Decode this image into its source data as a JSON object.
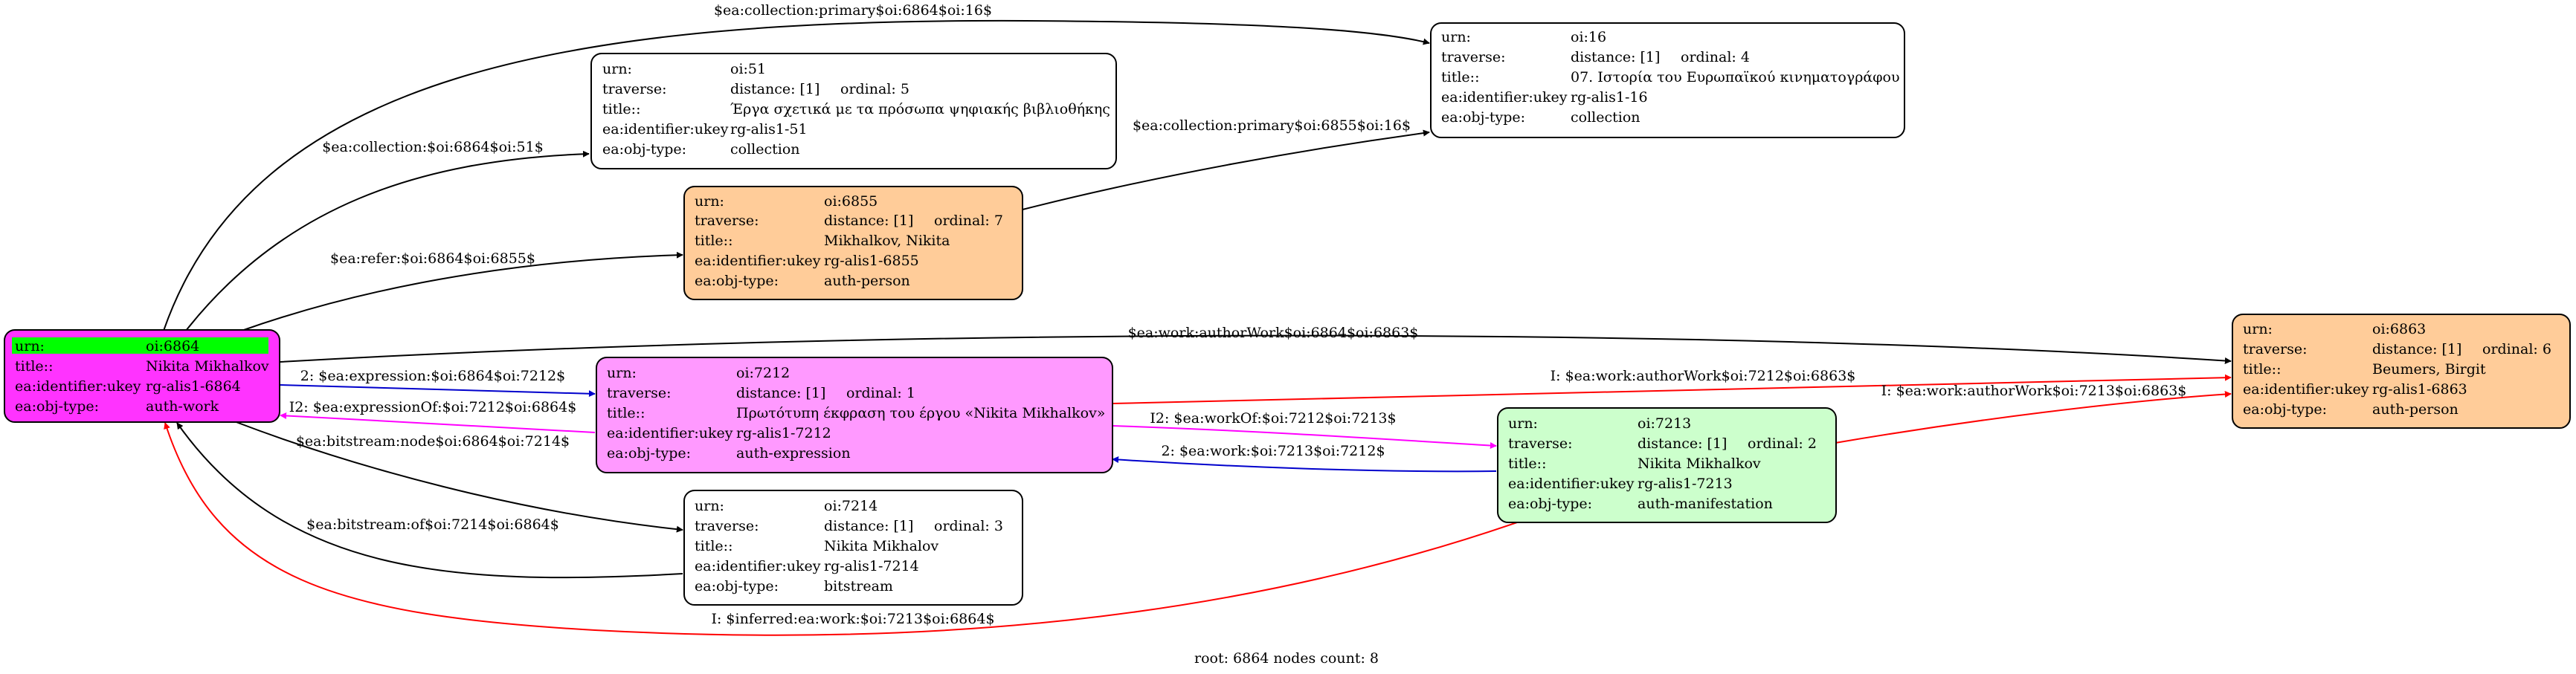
{
  "footer": "root: 6864 nodes count: 8",
  "colors": {
    "root_fill": "#ff33ff",
    "root_highlight": "#00ff00",
    "expression_fill": "#ff99ff",
    "manifestation_fill": "#ccffcc",
    "person_fill": "#ffcc99",
    "plain_fill": "#ffffff",
    "edge_black": "#000000",
    "edge_red": "#ff0000",
    "edge_blue": "#0000cc",
    "edge_magenta": "#ff00ff"
  },
  "nodes": {
    "n6864": {
      "urn": [
        "urn:",
        "oi:6864"
      ],
      "title": [
        "title::",
        "Nikita Mikhalkov"
      ],
      "identifier": [
        "ea:identifier:ukey",
        "rg-alis1-6864"
      ],
      "objtype": [
        "ea:obj-type:",
        "auth-work"
      ]
    },
    "n51": {
      "urn": [
        "urn:",
        "oi:51"
      ],
      "traverse": [
        "traverse:",
        "distance: [1]",
        "ordinal: 5"
      ],
      "title": [
        "title::",
        "Έργα σχετικά με τα πρόσωπα ψηφιακής βιβλιοθήκης"
      ],
      "identifier": [
        "ea:identifier:ukey",
        "rg-alis1-51"
      ],
      "objtype": [
        "ea:obj-type:",
        "collection"
      ]
    },
    "n16": {
      "urn": [
        "urn:",
        "oi:16"
      ],
      "traverse": [
        "traverse:",
        "distance: [1]",
        "ordinal: 4"
      ],
      "title": [
        "title::",
        "07. Ιστορία του Ευρωπαϊκού κινηματογράφου"
      ],
      "identifier": [
        "ea:identifier:ukey",
        "rg-alis1-16"
      ],
      "objtype": [
        "ea:obj-type:",
        "collection"
      ]
    },
    "n6855": {
      "urn": [
        "urn:",
        "oi:6855"
      ],
      "traverse": [
        "traverse:",
        "distance: [1]",
        "ordinal: 7"
      ],
      "title": [
        "title::",
        "Mikhalkov, Nikita"
      ],
      "identifier": [
        "ea:identifier:ukey",
        "rg-alis1-6855"
      ],
      "objtype": [
        "ea:obj-type:",
        "auth-person"
      ]
    },
    "n7212": {
      "urn": [
        "urn:",
        "oi:7212"
      ],
      "traverse": [
        "traverse:",
        "distance: [1]",
        "ordinal: 1"
      ],
      "title": [
        "title::",
        "Πρωτότυπη έκφραση του έργου «Nikita Mikhalkov»"
      ],
      "identifier": [
        "ea:identifier:ukey",
        "rg-alis1-7212"
      ],
      "objtype": [
        "ea:obj-type:",
        "auth-expression"
      ]
    },
    "n7214": {
      "urn": [
        "urn:",
        "oi:7214"
      ],
      "traverse": [
        "traverse:",
        "distance: [1]",
        "ordinal: 3"
      ],
      "title": [
        "title::",
        "Nikita Mikhalov"
      ],
      "identifier": [
        "ea:identifier:ukey",
        "rg-alis1-7214"
      ],
      "objtype": [
        "ea:obj-type:",
        "bitstream"
      ]
    },
    "n7213": {
      "urn": [
        "urn:",
        "oi:7213"
      ],
      "traverse": [
        "traverse:",
        "distance: [1]",
        "ordinal: 2"
      ],
      "title": [
        "title::",
        "Nikita Mikhalkov"
      ],
      "identifier": [
        "ea:identifier:ukey",
        "rg-alis1-7213"
      ],
      "objtype": [
        "ea:obj-type:",
        "auth-manifestation"
      ]
    },
    "n6863": {
      "urn": [
        "urn:",
        "oi:6863"
      ],
      "traverse": [
        "traverse:",
        "distance: [1]",
        "ordinal: 6"
      ],
      "title": [
        "title::",
        "Beumers, Birgit"
      ],
      "identifier": [
        "ea:identifier:ukey",
        "rg-alis1-6863"
      ],
      "objtype": [
        "ea:obj-type:",
        "auth-person"
      ]
    }
  },
  "edges": {
    "e_collection_primary_6864_16": "$ea:collection:primary$oi:6864$oi:16$",
    "e_collection_6864_51": "$ea:collection:$oi:6864$oi:51$",
    "e_collection_primary_6855_16": "$ea:collection:primary$oi:6855$oi:16$",
    "e_refer_6864_6855": "$ea:refer:$oi:6864$oi:6855$",
    "e_authorwork_6864_6863": "$ea:work:authorWork$oi:6864$oi:6863$",
    "e_expression_6864_7212": "2: $ea:expression:$oi:6864$oi:7212$",
    "e_expressionof_7212_6864": "I2: $ea:expressionOf:$oi:7212$oi:6864$",
    "e_authorwork_7212_6863": "I: $ea:work:authorWork$oi:7212$oi:6863$",
    "e_workof_7212_7213": "I2: $ea:workOf:$oi:7212$oi:7213$",
    "e_work_7213_7212": "2: $ea:work:$oi:7213$oi:7212$",
    "e_authorwork_7213_6863": "I: $ea:work:authorWork$oi:7213$oi:6863$",
    "e_bitstreamnode_6864_7214": "$ea:bitstream:node$oi:6864$oi:7214$",
    "e_bitstreamof_7214_6864": "$ea:bitstream:of$oi:7214$oi:6864$",
    "e_inferred_7213_6864": "I: $inferred:ea:work:$oi:7213$oi:6864$"
  }
}
